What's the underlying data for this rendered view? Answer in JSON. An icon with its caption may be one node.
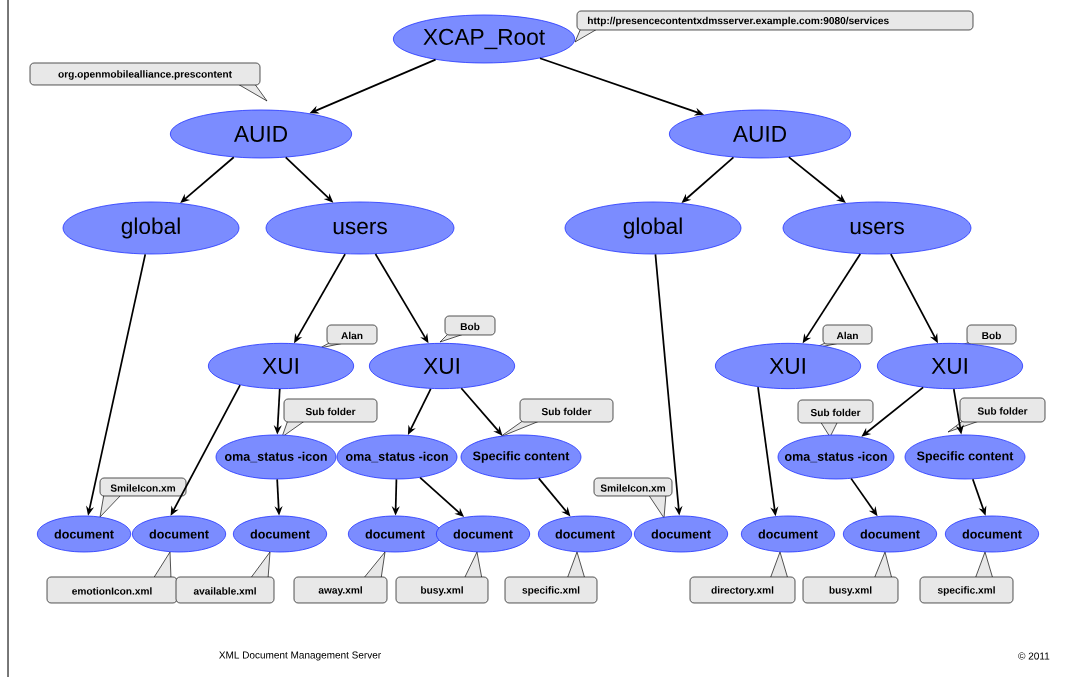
{
  "diagram": {
    "nodes": [
      {
        "text": [
          "XCAP_Root"
        ],
        "beside": [
          "http://presencecontentxdmsserver.example.com:9080/services"
        ]
      },
      {
        "text": [
          "AUID"
        ],
        "beside": [
          "org.openmobilealliance.prescontent"
        ]
      },
      {
        "text": [
          "AUID"
        ]
      },
      {
        "text": [
          "global"
        ]
      },
      {
        "text": [
          "users"
        ]
      },
      {
        "text": [
          "global"
        ]
      },
      {
        "text": [
          "users"
        ]
      },
      {
        "text": [
          "XUI"
        ],
        "beside": [
          "Alan"
        ]
      },
      {
        "text": [
          "XUI"
        ],
        "beside": [
          "Bob"
        ]
      },
      {
        "text": [
          "XUI"
        ],
        "beside": [
          "Alan"
        ]
      },
      {
        "text": [
          "XUI"
        ],
        "beside": [
          "Bob"
        ]
      },
      {
        "text": [
          "oma_status -icon"
        ],
        "beside": [
          "Sub folder"
        ]
      },
      {
        "text": [
          "oma_status -icon"
        ]
      },
      {
        "text": [
          "Specific content"
        ],
        "beside": [
          "Sub folder"
        ]
      },
      {
        "text": [
          "oma_status -icon"
        ],
        "beside": [
          "Sub folder"
        ]
      },
      {
        "text": [
          "Specific content"
        ],
        "beside": [
          "Sub folder"
        ]
      },
      {
        "text": [
          "document"
        ],
        "beside": [
          "SmileIcon.xm"
        ]
      },
      {
        "text": [
          "document"
        ],
        "beside": [
          "emotionIcon.xml"
        ]
      },
      {
        "text": [
          "document"
        ],
        "beside": [
          "available.xml"
        ]
      },
      {
        "text": [
          "document"
        ],
        "beside": [
          "away.xml"
        ]
      },
      {
        "text": [
          "document"
        ],
        "beside": [
          "busy.xml"
        ]
      },
      {
        "text": [
          "document"
        ],
        "beside": [
          "specific.xml"
        ]
      },
      {
        "text": [
          "document"
        ],
        "beside": [
          "SmileIcon.xm"
        ]
      },
      {
        "text": [
          "document"
        ],
        "beside": [
          "directory.xml"
        ]
      },
      {
        "text": [
          "document"
        ],
        "beside": [
          "busy.xml"
        ]
      },
      {
        "text": [
          "document"
        ],
        "beside": [
          "specific.xml"
        ]
      }
    ],
    "edges": [
      {
        "from": 0,
        "to": 1,
        "arrow": "to"
      },
      {
        "from": 0,
        "to": 2,
        "arrow": "to"
      },
      {
        "from": 1,
        "to": 3,
        "arrow": "to"
      },
      {
        "from": 1,
        "to": 4,
        "arrow": "to"
      },
      {
        "from": 2,
        "to": 5,
        "arrow": "to"
      },
      {
        "from": 2,
        "to": 6,
        "arrow": "to"
      },
      {
        "from": 3,
        "to": 16,
        "arrow": "to"
      },
      {
        "from": 4,
        "to": 7,
        "arrow": "to"
      },
      {
        "from": 4,
        "to": 8,
        "arrow": "to"
      },
      {
        "from": 7,
        "to": 17,
        "arrow": "to"
      },
      {
        "from": 7,
        "to": 11,
        "arrow": "to"
      },
      {
        "from": 8,
        "to": 12,
        "arrow": "to"
      },
      {
        "from": 8,
        "to": 13,
        "arrow": "to"
      },
      {
        "from": 11,
        "to": 18,
        "arrow": "to"
      },
      {
        "from": 12,
        "to": 19,
        "arrow": "to"
      },
      {
        "from": 12,
        "to": 20,
        "arrow": "to"
      },
      {
        "from": 13,
        "to": 21,
        "arrow": "to"
      },
      {
        "from": 5,
        "to": 22,
        "arrow": "to"
      },
      {
        "from": 6,
        "to": 9,
        "arrow": "to"
      },
      {
        "from": 6,
        "to": 10,
        "arrow": "to"
      },
      {
        "from": 9,
        "to": 23,
        "arrow": "to"
      },
      {
        "from": 10,
        "to": 14,
        "arrow": "to"
      },
      {
        "from": 10,
        "to": 15,
        "arrow": "to"
      },
      {
        "from": 14,
        "to": 24,
        "arrow": "to"
      },
      {
        "from": 15,
        "to": 25,
        "arrow": "to"
      }
    ],
    "labels": [
      "XML Document Management Server",
      "© 2011"
    ]
  }
}
